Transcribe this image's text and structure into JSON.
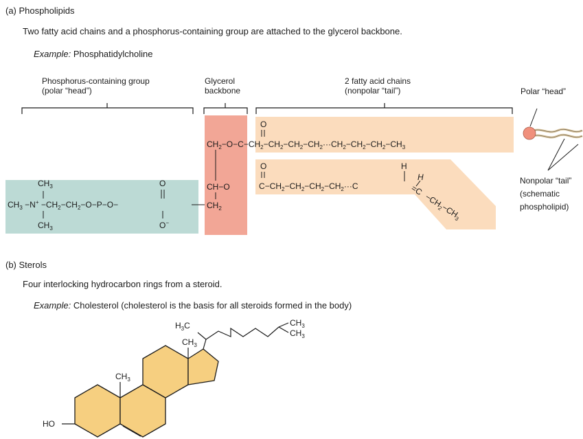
{
  "phospholipids": {
    "heading": "(a) Phospholipids",
    "description": "Two fatty acid chains and a phosphorus-containing group are attached to the glycerol backbone.",
    "example_prefix": "Example:",
    "example_name": "Phosphatidylcholine",
    "labels": {
      "head_group_line1": "Phosphorus-containing group",
      "head_group_line2": "(polar “head”)",
      "glycerol_line1": "Glycerol",
      "glycerol_line2": "backbone",
      "chains_line1": "2 fatty acid chains",
      "chains_line2": "(nonpolar “tail”)",
      "polar_head": "Polar “head”",
      "nonpolar_line1": "Nonpolar “tail”",
      "nonpolar_line2": "(schematic",
      "nonpolar_line3": "phospholipid)"
    },
    "colors": {
      "head_box": "#bcdad5",
      "glycerol_box": "#f2a696",
      "chain_box": "#fbdcbd",
      "polar_head_ball": "#f0907c"
    }
  },
  "sterols": {
    "heading": "(b) Sterols",
    "description": "Four interlocking hydrocarbon rings from a steroid.",
    "example_prefix": "Example:",
    "example_name": "Cholesterol (cholesterol is the basis for all steroids formed in the body)",
    "colors": {
      "ring_fill": "#f6cf80"
    }
  }
}
